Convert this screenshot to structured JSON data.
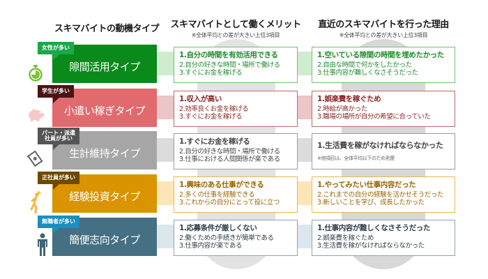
{
  "headers": {
    "types": "スキマバイトの動機タイプ",
    "merits": {
      "title": "スキマバイトとして働くメリット",
      "note": "※全体平均との差が大きい上位3項目"
    },
    "reasons": {
      "title": "直近のスキマバイトを行った理由",
      "note": "※全体平均との差が大きい上位3項目"
    }
  },
  "colors": {
    "green": "#0a8a1a",
    "green_tag": "#1aa94a",
    "green_light": "#cfeccf",
    "green_text": "#1e8a2a",
    "green_border": "#6dbf6d",
    "red": "#e06a6e",
    "red_tag": "#4a1414",
    "red_light": "#ecc5c6",
    "red_text": "#8a2424",
    "red_border": "#b86a6c",
    "gray": "#a6a6a6",
    "gray_tag": "#555555",
    "gray_light": "#dcdcdc",
    "gray_text": "#444444",
    "gray_border": "#9a9a9a",
    "orange": "#d99400",
    "orange_tag": "#6e4a00",
    "orange_light": "#fde6b5",
    "orange_text": "#9a6500",
    "orange_border": "#e6b74e",
    "blue": "#456f82",
    "blue_tag": "#1a8fbf",
    "blue_light": "#dce7ed",
    "blue_text": "#2e3e48",
    "blue_border": "#8aa4b2"
  },
  "rows": [
    {
      "tag": "女性が多い",
      "type": "隙間活用タイプ",
      "icon": "stopwatch-icon",
      "merits": [
        "1.自分の時間を有効活用できる",
        "2.自分の好きな時間・場所で働ける",
        "3.すぐにお金を稼げる"
      ],
      "reasons": [
        "1.空いている隙間の時間を埋めたかった",
        "2.自由な時間で何かをしたかった",
        "3.仕事内容が難しくなさそうだった"
      ]
    },
    {
      "tag": "学生が多い",
      "type": "小遣い稼ぎタイプ",
      "icon": "piggy-bank-icon",
      "merits": [
        "1.収入が高い",
        "2.効率良くお金を稼げる",
        "3.すぐにお金を稼げる"
      ],
      "reasons": [
        "1.娯楽費を稼ぐため",
        "2.時給が高かった",
        "3.職場の場所が自分の希望に合っていた"
      ]
    },
    {
      "tag_lines": [
        "パート・派遣",
        "社員が多い"
      ],
      "type": "生計維持タイプ",
      "icon": "flying-money-icon",
      "merits": [
        "1.すぐにお金を稼げる",
        "2.自分の好きな時間・場所で働ける",
        "3.仕事における人間関係が楽である"
      ],
      "reasons": [
        "1.生活費を稼がなければならなかった"
      ],
      "reasons_note": "※他項目は、全体平均以下のため割愛"
    },
    {
      "tag": "正社員が多い",
      "type": "経験投資タイプ",
      "icon": "reaching-person-icon",
      "merits": [
        "1.興味のある仕事ができる",
        "2.多くの仕事を経験できる",
        "3.これからの自分にとって役に立つ"
      ],
      "reasons": [
        "1.やってみたい仕事内容だった",
        "2.これまでの自分の経験を活かせそうだった",
        "3.新しいことを学び、成長したかった"
      ]
    },
    {
      "tag": "無職者が多い",
      "type": "簡便志向タイプ",
      "icon": "person-icon",
      "merits": [
        "1.応募条件が厳しくない",
        "2.働くための手続きが簡単である",
        "3.仕事内容が楽である"
      ],
      "reasons": [
        "1.仕事内容が難しくなさそうだった",
        "2.娯楽費を稼ぐため",
        "3.生活費を稼がなければならなかった"
      ]
    }
  ]
}
